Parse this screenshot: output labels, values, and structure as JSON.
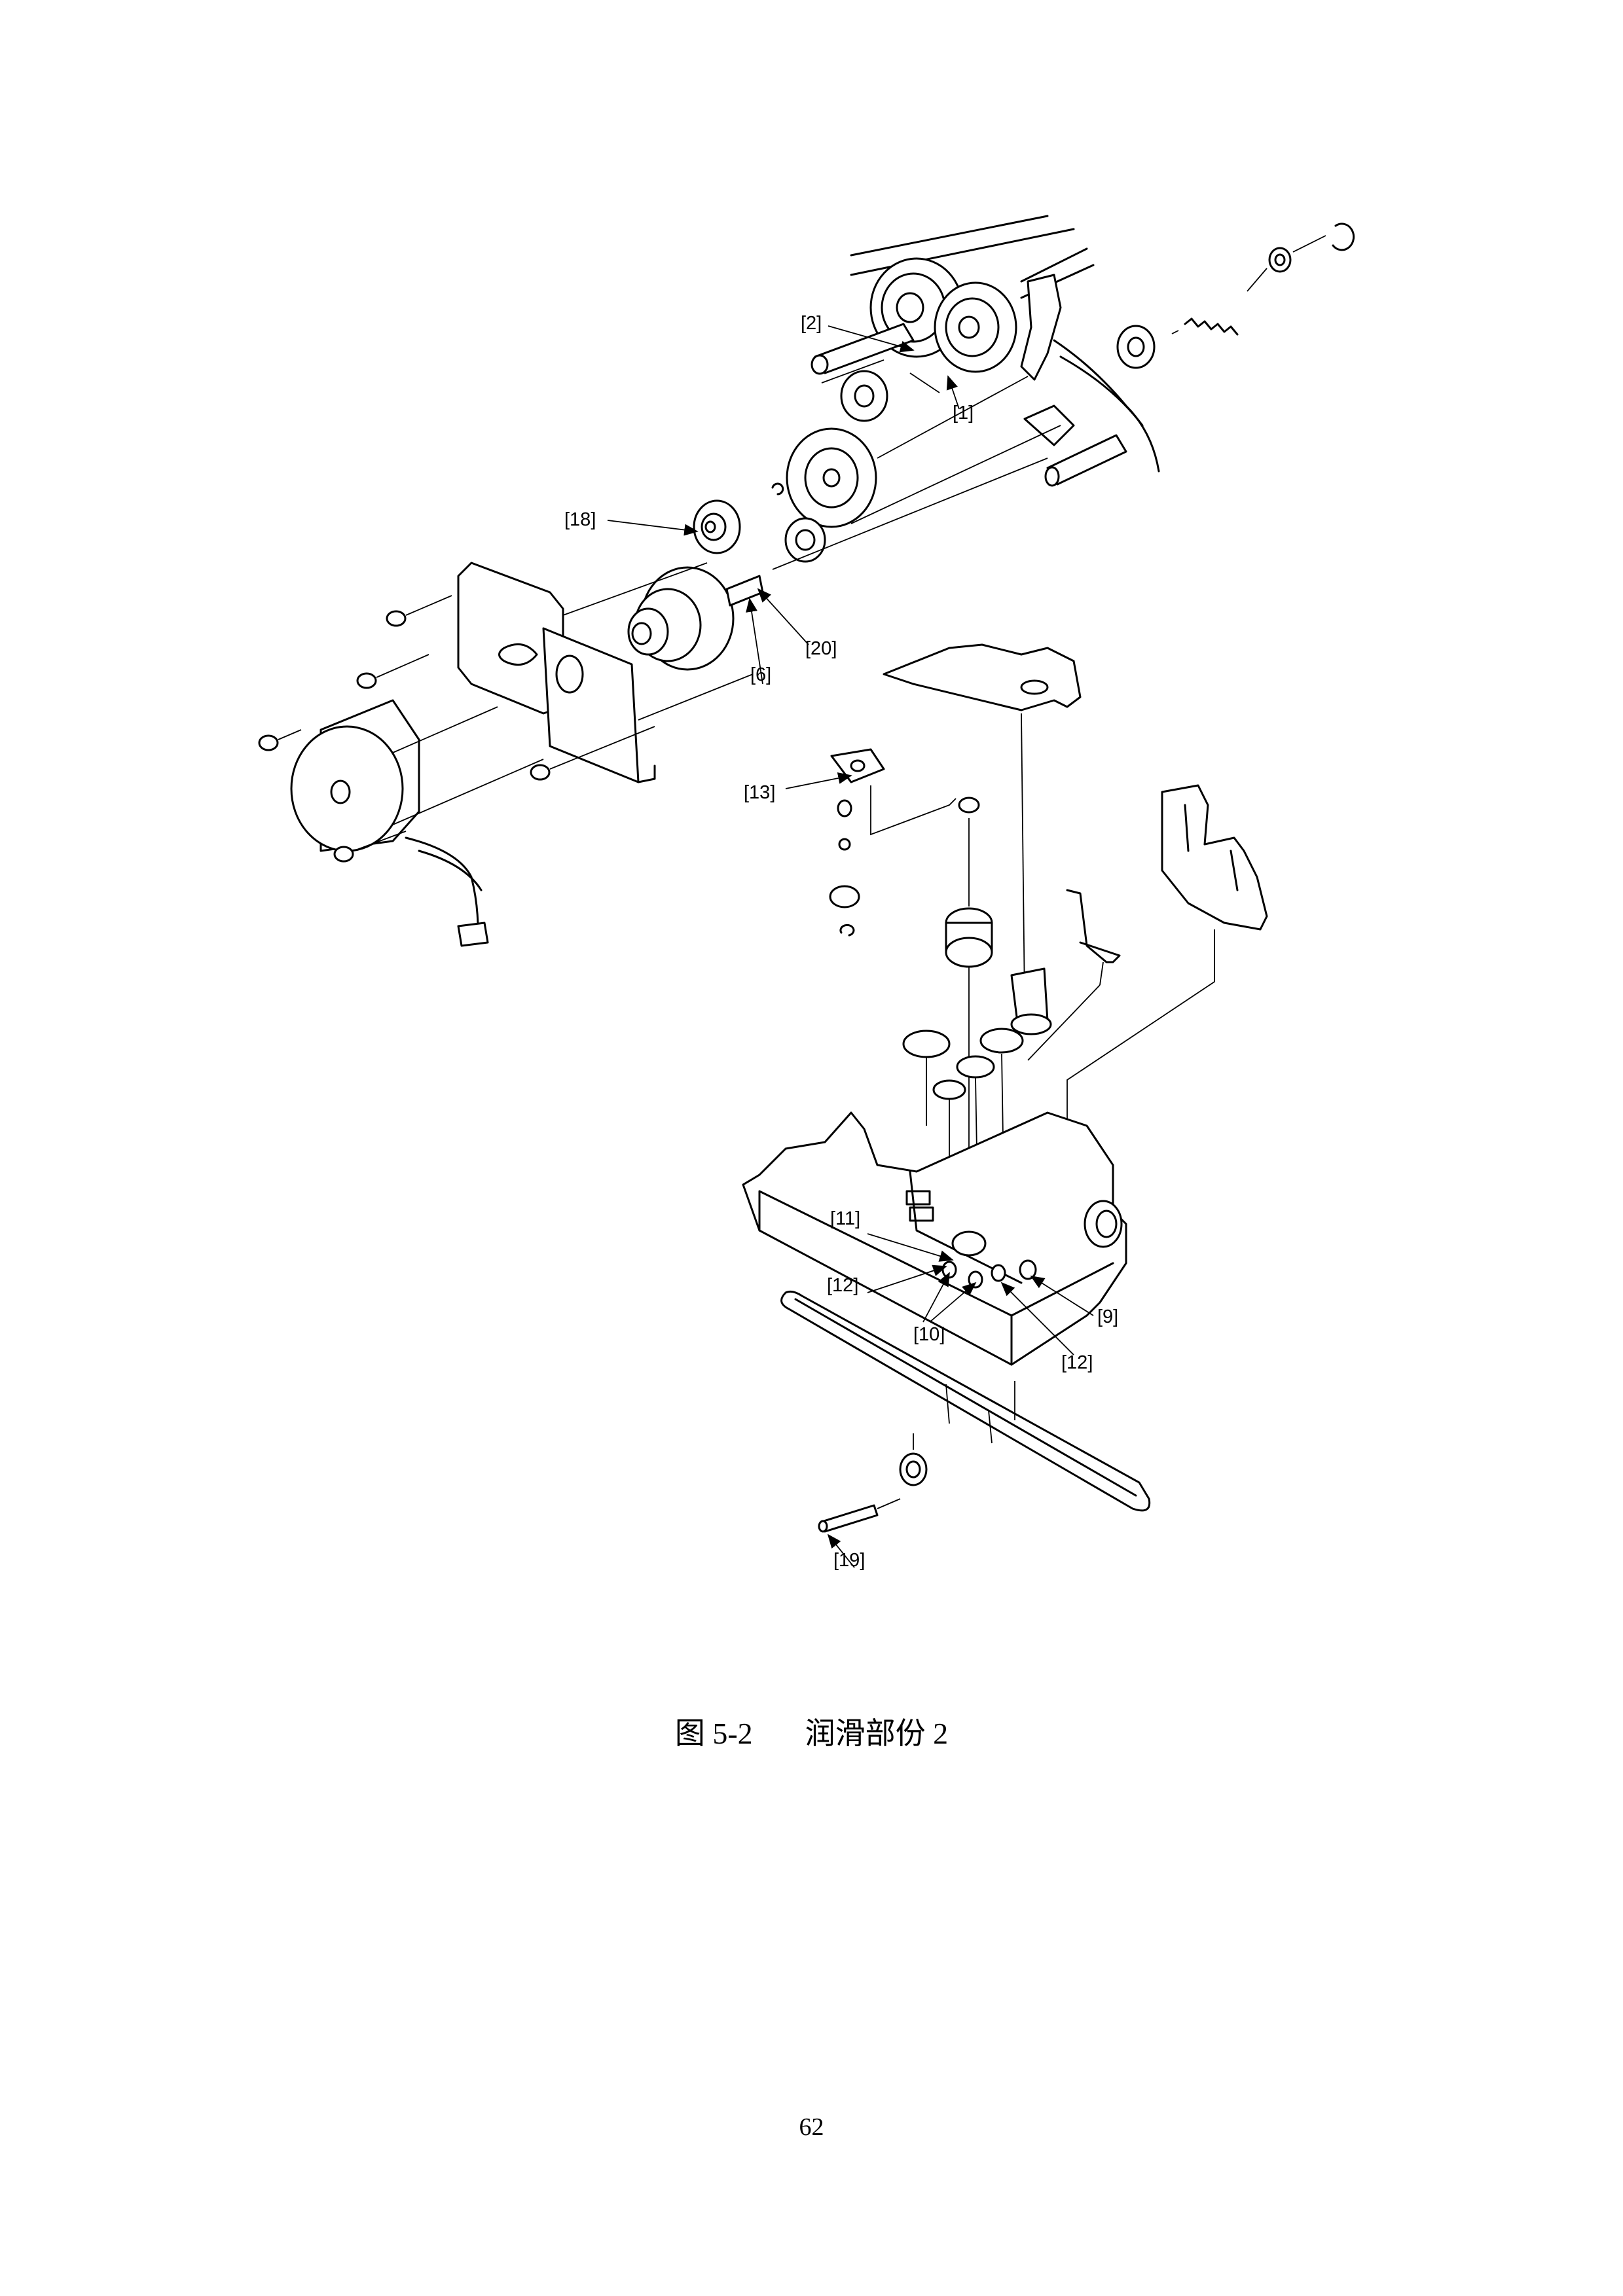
{
  "figure": {
    "callouts": {
      "c1": "[1]",
      "c2": "[2]",
      "c6": "[6]",
      "c9": "[9]",
      "c10": "[10]",
      "c11": "[11]",
      "c12a": "[12]",
      "c12b": "[12]",
      "c13": "[13]",
      "c18": "[18]",
      "c19": "[19]",
      "c20": "[20]"
    }
  },
  "caption": {
    "number": "图 5-2",
    "title": "润滑部份 2"
  },
  "page_number": "62"
}
